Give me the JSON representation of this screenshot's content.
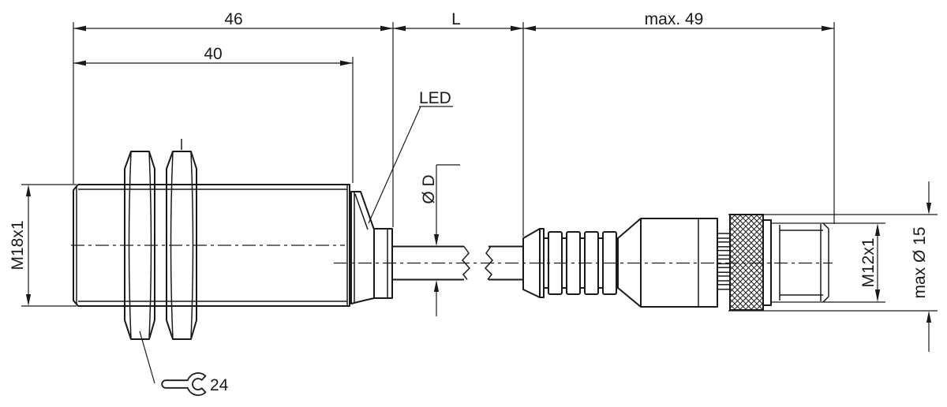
{
  "drawing": {
    "dim_46": "46",
    "dim_40": "40",
    "dim_L": "L",
    "dim_max_49": "max. 49",
    "thread_m18": "M18x1",
    "led": "LED",
    "cable_diameter": "Ø D",
    "thread_m12": "M12x1",
    "connector_max_diameter": "max Ø 15",
    "wrench_size": "24"
  }
}
